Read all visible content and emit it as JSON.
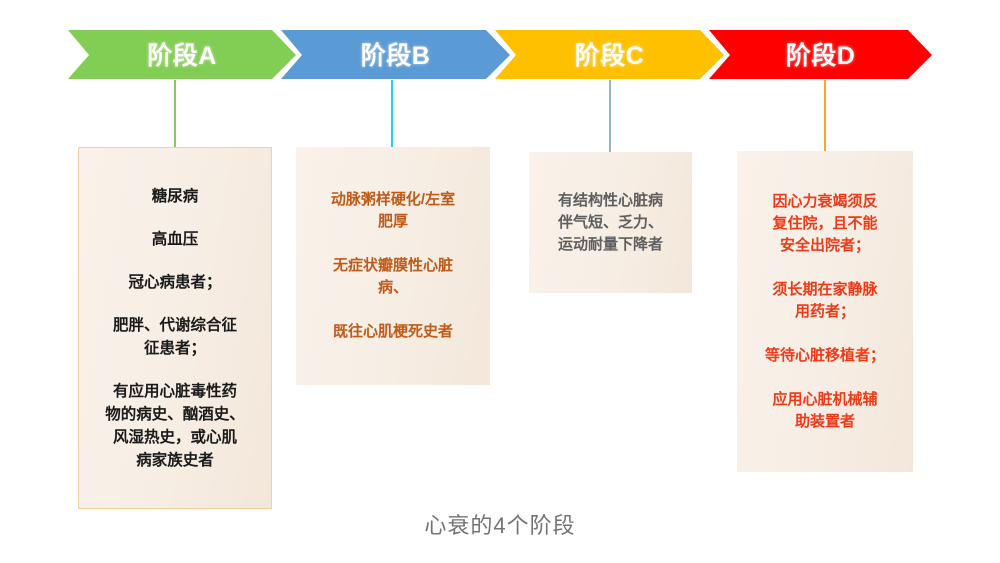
{
  "caption": "心衰的4个阶段",
  "colors": {
    "stage_a": "#82ce54",
    "stage_b": "#5b9bd5",
    "stage_c": "#ffc000",
    "stage_d": "#ff0000",
    "connector_a": "#82ce54",
    "connector_b": "#32c8f0",
    "connector_c": "#8fb8cc",
    "connector_d": "#f5a33c",
    "box_fill": "#f6efe6",
    "box_border": "#f6cf9a",
    "text_a": "#1a1a1a",
    "text_b": "#c05a18",
    "text_c": "#5e5e5e",
    "text_d": "#f03a17",
    "caption_text": "#737373",
    "chevron_label_text": "#ffffff"
  },
  "stages": [
    {
      "id": "a",
      "label": "阶段A",
      "arrow_color": "#82ce54",
      "connector_color": "#82ce54",
      "lines": [
        "糖尿病",
        "高血压",
        "冠心病患者；",
        "肥胖、代谢综合征\n征患者；",
        "有应用心脏毒性药\n物的病史、酗酒史、\n风湿热史，或心肌\n病家族史者"
      ]
    },
    {
      "id": "b",
      "label": "阶段B",
      "arrow_color": "#5b9bd5",
      "connector_color": "#32c8f0",
      "lines": [
        "动脉粥样硬化/左室\n肥厚",
        "无症状瓣膜性心脏\n病、",
        "既往心肌梗死史者"
      ]
    },
    {
      "id": "c",
      "label": "阶段C",
      "arrow_color": "#ffc000",
      "connector_color": "#8fb8cc",
      "lines": [
        "有结构性心脏病\n伴气短、乏力、\n运动耐量下降者"
      ]
    },
    {
      "id": "d",
      "label": "阶段D",
      "arrow_color": "#ff0000",
      "connector_color": "#f5a33c",
      "lines": [
        "因心力衰竭须反\n复住院，且不能\n安全出院者；",
        "须长期在家静脉\n用药者；",
        "等待心脏移植者；",
        "应用心脏机械辅\n助装置者"
      ]
    }
  ]
}
